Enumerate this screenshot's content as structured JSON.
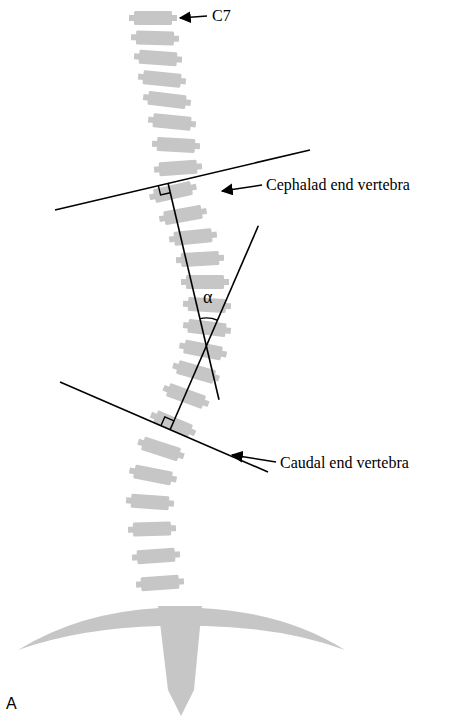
{
  "diagram": {
    "labels": [
      "C7",
      "Cephalad end vertebra",
      "Caudal end vertebra",
      "α",
      "A"
    ]
  }
}
